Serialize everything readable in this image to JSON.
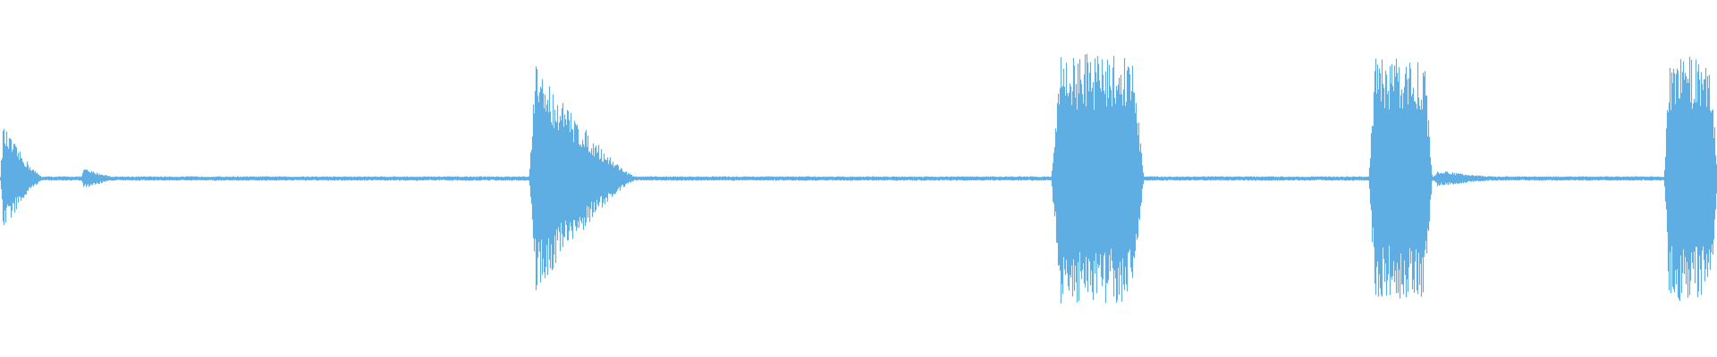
{
  "waveform": {
    "color": "#5eaee3",
    "background": "#ffffff",
    "duration_fraction_note": "",
    "bursts": [
      {
        "start": 0.0,
        "end": 0.026,
        "peak": 0.46,
        "shape": "decay"
      },
      {
        "start": 0.047,
        "end": 0.072,
        "peak": 0.09,
        "shape": "decay"
      },
      {
        "start": 0.308,
        "end": 0.372,
        "peak": 1.0,
        "shape": "decay"
      },
      {
        "start": 0.612,
        "end": 0.666,
        "peak": 1.0,
        "shape": "plateau"
      },
      {
        "start": 0.797,
        "end": 0.834,
        "peak": 0.97,
        "shape": "plateau"
      },
      {
        "start": 0.834,
        "end": 0.885,
        "peak": 0.07,
        "shape": "decay"
      },
      {
        "start": 0.969,
        "end": 1.0,
        "peak": 0.98,
        "shape": "plateau"
      }
    ],
    "baseline_amplitude": 0.018
  }
}
